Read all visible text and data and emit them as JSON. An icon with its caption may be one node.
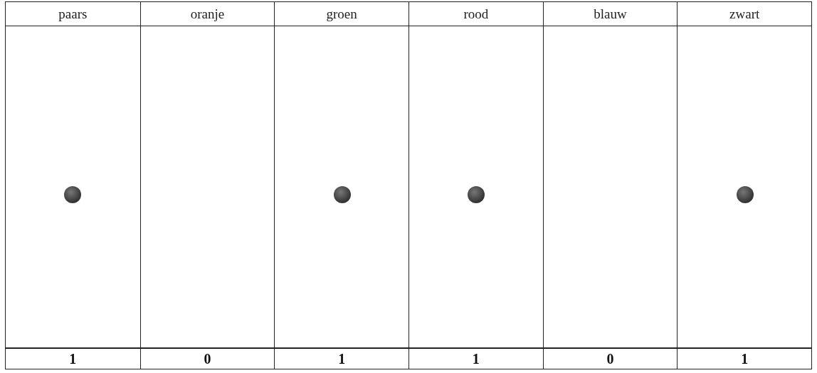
{
  "diagram": {
    "nodes": [
      {
        "text": [
          "paars",
          "1"
        ]
      },
      {
        "text": [
          "oranje",
          "0"
        ]
      },
      {
        "text": [
          "groen",
          "1"
        ]
      },
      {
        "text": [
          "rood",
          "1"
        ]
      },
      {
        "text": [
          "blauw",
          "0"
        ]
      },
      {
        "text": [
          "zwart",
          "1"
        ]
      },
      {
        "text": [],
        "shape": "circle",
        "in": 0
      },
      {
        "text": [],
        "shape": "circle",
        "in": 2
      },
      {
        "text": [],
        "shape": "circle",
        "in": 3
      },
      {
        "text": [],
        "shape": "circle",
        "in": 5
      }
    ]
  }
}
